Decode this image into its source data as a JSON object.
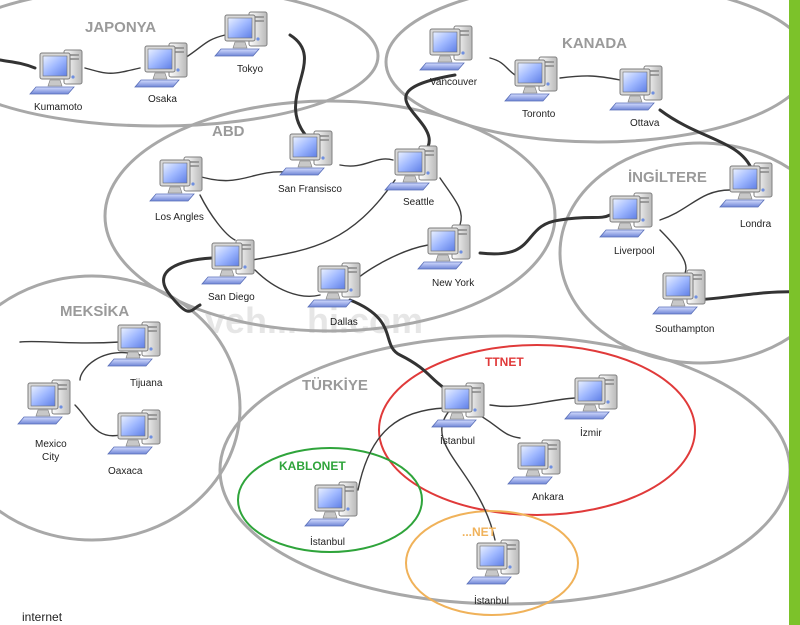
{
  "colors": {
    "accent_bar": "#7cc22a",
    "cloud_outline": "#a8a8a8",
    "backbone_link": "#333333",
    "local_link": "#3c3c3c",
    "ttnet": "#e03a3a",
    "kablonet": "#2fa43b",
    "net_isp": "#f0b25a"
  },
  "regions": {
    "japan": "JAPONYA",
    "canada": "KANADA",
    "usa": "ABD",
    "england": "İNGİLTERE",
    "mexico": "MEKSİKA",
    "turkey": "TÜRKİYE"
  },
  "isps": {
    "ttnet": "TTNET",
    "kablonet": "KABLONET",
    "net": "...NET"
  },
  "nodes": {
    "kumamoto": "Kumamoto",
    "osaka": "Osaka",
    "tokyo": "Tokyo",
    "vancouver": "Vancouver",
    "toronto": "Toronto",
    "ottawa": "Ottava",
    "london": "Londra",
    "liverpool": "Liverpool",
    "southampton": "Southampton",
    "los_angeles": "Los Angles",
    "san_francisco": "San Fransisco",
    "seattle": "Seattle",
    "san_diego": "San Diego",
    "dallas": "Dallas",
    "new_york": "New York",
    "tijuana": "Tijuana",
    "mexico_city_1": "Mexico",
    "mexico_city_2": "City",
    "oaxaca": "Oaxaca",
    "istanbul_ttnet": "İstanbul",
    "izmir": "İzmir",
    "ankara": "Ankara",
    "istanbul_kablonet": "İstanbul",
    "istanbul_net": "İstanbul"
  },
  "watermark": "veh... hi.com",
  "footer": "internet"
}
